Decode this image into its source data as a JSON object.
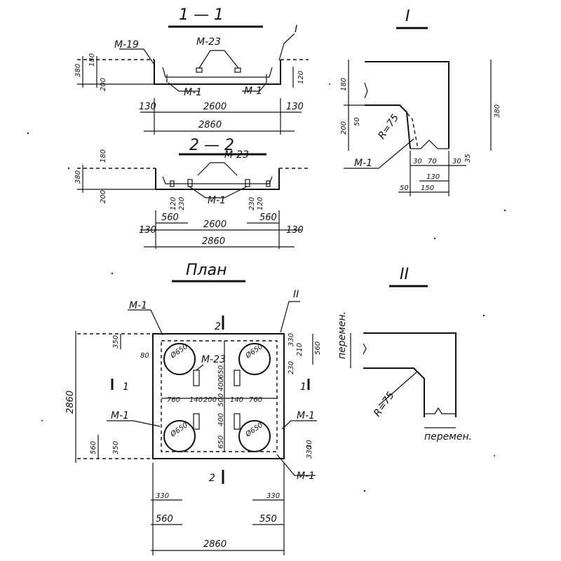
{
  "section_1_1": {
    "title": "1 — 1",
    "callout": "I",
    "labels": {
      "m19": "М-19",
      "m23": "М-23",
      "m1_left": "М-1",
      "m1_right": "М-1"
    },
    "dims": {
      "h380": "380",
      "h180": "180",
      "h200": "200",
      "h120": "120",
      "edge_left": "130",
      "span": "2600",
      "edge_right": "130",
      "total": "2860"
    }
  },
  "section_2_2": {
    "title": "2 — 2",
    "labels": {
      "m23": "М-23",
      "m1": "М-1"
    },
    "dims": {
      "h380": "380",
      "h180": "180",
      "h200": "200",
      "left_v1": "120",
      "left_v2": "230",
      "right_v1": "230",
      "right_v2": "120",
      "left_560": "560",
      "right_560": "560",
      "edge_left": "130",
      "span": "2600",
      "edge_right": "130",
      "total": "2860"
    }
  },
  "detail_1": {
    "title": "I",
    "label_m1": "М-1",
    "radius": "R=75",
    "dims": {
      "v180": "180",
      "v200": "200",
      "v380": "380",
      "v50": "50",
      "v35": "35",
      "b30": "30",
      "b70": "70",
      "b30b": "30",
      "b130": "130",
      "b50": "50",
      "b150": "150"
    }
  },
  "plan": {
    "title": "План",
    "label_m1_top": "М-1",
    "label_m23": "М-23",
    "label_m1_left": "М-1",
    "label_m1_right": "М-1",
    "label_m1_bottom": "М-1",
    "callout": "II",
    "section_mark_top": "2",
    "section_mark_bottom": "2",
    "section_mark_left": "1",
    "section_mark_right": "1",
    "holes": [
      "Ø650",
      "Ø650",
      "Ø650",
      "Ø650"
    ],
    "dims": {
      "total_v": "2860",
      "top_350": "350",
      "d80": "80",
      "bottom_560": "560",
      "bottom_350": "350",
      "right_330": "330",
      "right_210": "210",
      "right_560": "560",
      "right_230": "230",
      "right_30": "30",
      "right_330b": "330",
      "c650_top": "650",
      "c400_top": "400",
      "c500": "500",
      "c400_bot": "400",
      "c650_bot": "650",
      "r760_left": "760",
      "r140_l": "140",
      "r200": "200",
      "r140_r": "140",
      "r760_right": "760",
      "b330_left": "330",
      "b330_right": "330",
      "b560": "560",
      "b550": "550",
      "b2860": "2860"
    }
  },
  "detail_2": {
    "title": "II",
    "radius": "R=75",
    "label_vert": "перемен.",
    "label_horiz": "перемен."
  }
}
